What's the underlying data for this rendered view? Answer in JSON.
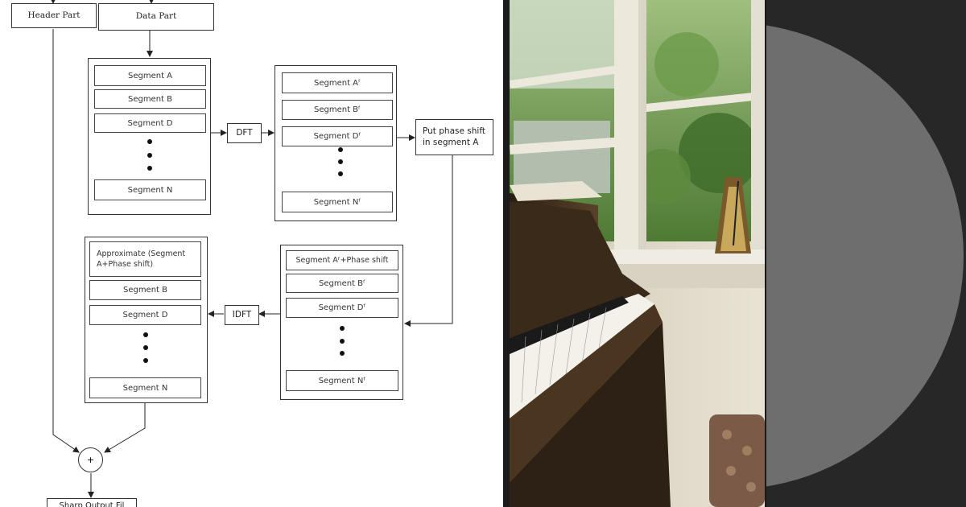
{
  "diagram": {
    "header_part": "Header Part",
    "data_part": "Data Part",
    "dft": "DFT",
    "idft": "IDFT",
    "phase_shift_box": "Put phase shift in segment A",
    "plus": "+",
    "output_partial": "Sharp Output Fil",
    "group1": [
      "Segment A",
      "Segment B",
      "Segment D",
      "Segment N"
    ],
    "group2": [
      "Segment Aᶠ",
      "Segment Bᶠ",
      "Segment Dᶠ",
      "Segment Nᶠ"
    ],
    "group3": [
      "Segment Aᶠ+Phase shift",
      "Segment Bᶠ",
      "Segment Dᶠ",
      "Segment Nᶠ"
    ],
    "group4": [
      "Approximate (Segment A+Phase shift)",
      "Segment B",
      "Segment D",
      "Segment N"
    ]
  },
  "colors": {
    "disc_background": "#272727",
    "disc": "#6e6e6e",
    "divider": "#1a1a1a"
  }
}
